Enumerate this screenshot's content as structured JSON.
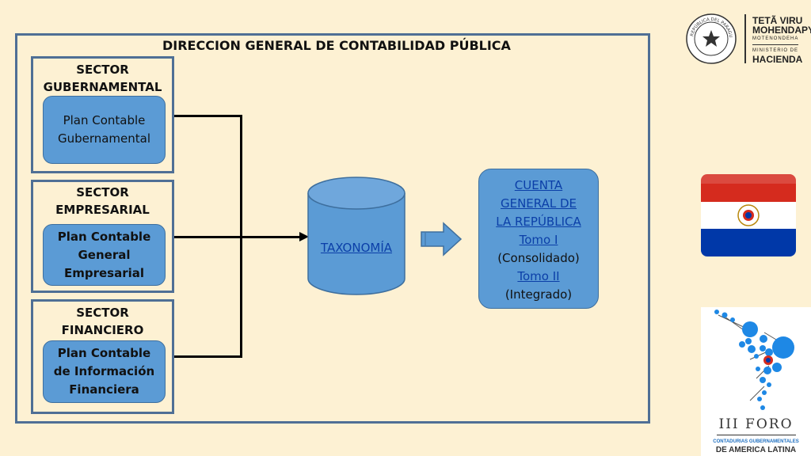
{
  "diagram": {
    "title": "DIRECCION GENERAL DE CONTABILIDAD PÚBLICA",
    "sectors": [
      {
        "title_line1": "SECTOR",
        "title_line2": "GUBERNAMENTAL",
        "plan_line1": "Plan Contable",
        "plan_line2": "Gubernamental",
        "plan_line3": ""
      },
      {
        "title_line1": "SECTOR",
        "title_line2": "EMPRESARIAL",
        "plan_line1": "Plan Contable",
        "plan_line2": "General",
        "plan_line3": "Empresarial"
      },
      {
        "title_line1": "SECTOR",
        "title_line2": "FINANCIERO",
        "plan_line1": "Plan Contable",
        "plan_line2": "de Información",
        "plan_line3": "Financiera"
      }
    ],
    "taxonomy": "TAXONOMÍA",
    "result": {
      "line1": "CUENTA",
      "line2": "GENERAL DE",
      "line3": "LA REPÚBLICA",
      "line4": "Tomo I",
      "line5": "(Consolidado)",
      "line6": "Tomo II",
      "line7": "(Integrado)"
    }
  },
  "branding": {
    "ministry_line1": "TETÃ VIRU",
    "ministry_line2": "MOHENDAPY",
    "ministry_line3": "MOTENONDEHA",
    "ministry_line4": "MINISTERIO DE",
    "ministry_line5": "HACIENDA",
    "seal_text": "REPÚBLICA DEL PARAGUAY",
    "forum_title": "III FORO",
    "forum_sub1": "CONTADURIAS GUBERNAMENTALES",
    "forum_sub2": "DE AMERICA LATINA"
  },
  "colors": {
    "background": "#fdf1d3",
    "frame": "#4f6f95",
    "box_fill": "#5b9bd5",
    "link": "#0b3fa8",
    "flag_red": "#d52b1e",
    "flag_blue": "#0038a8"
  }
}
